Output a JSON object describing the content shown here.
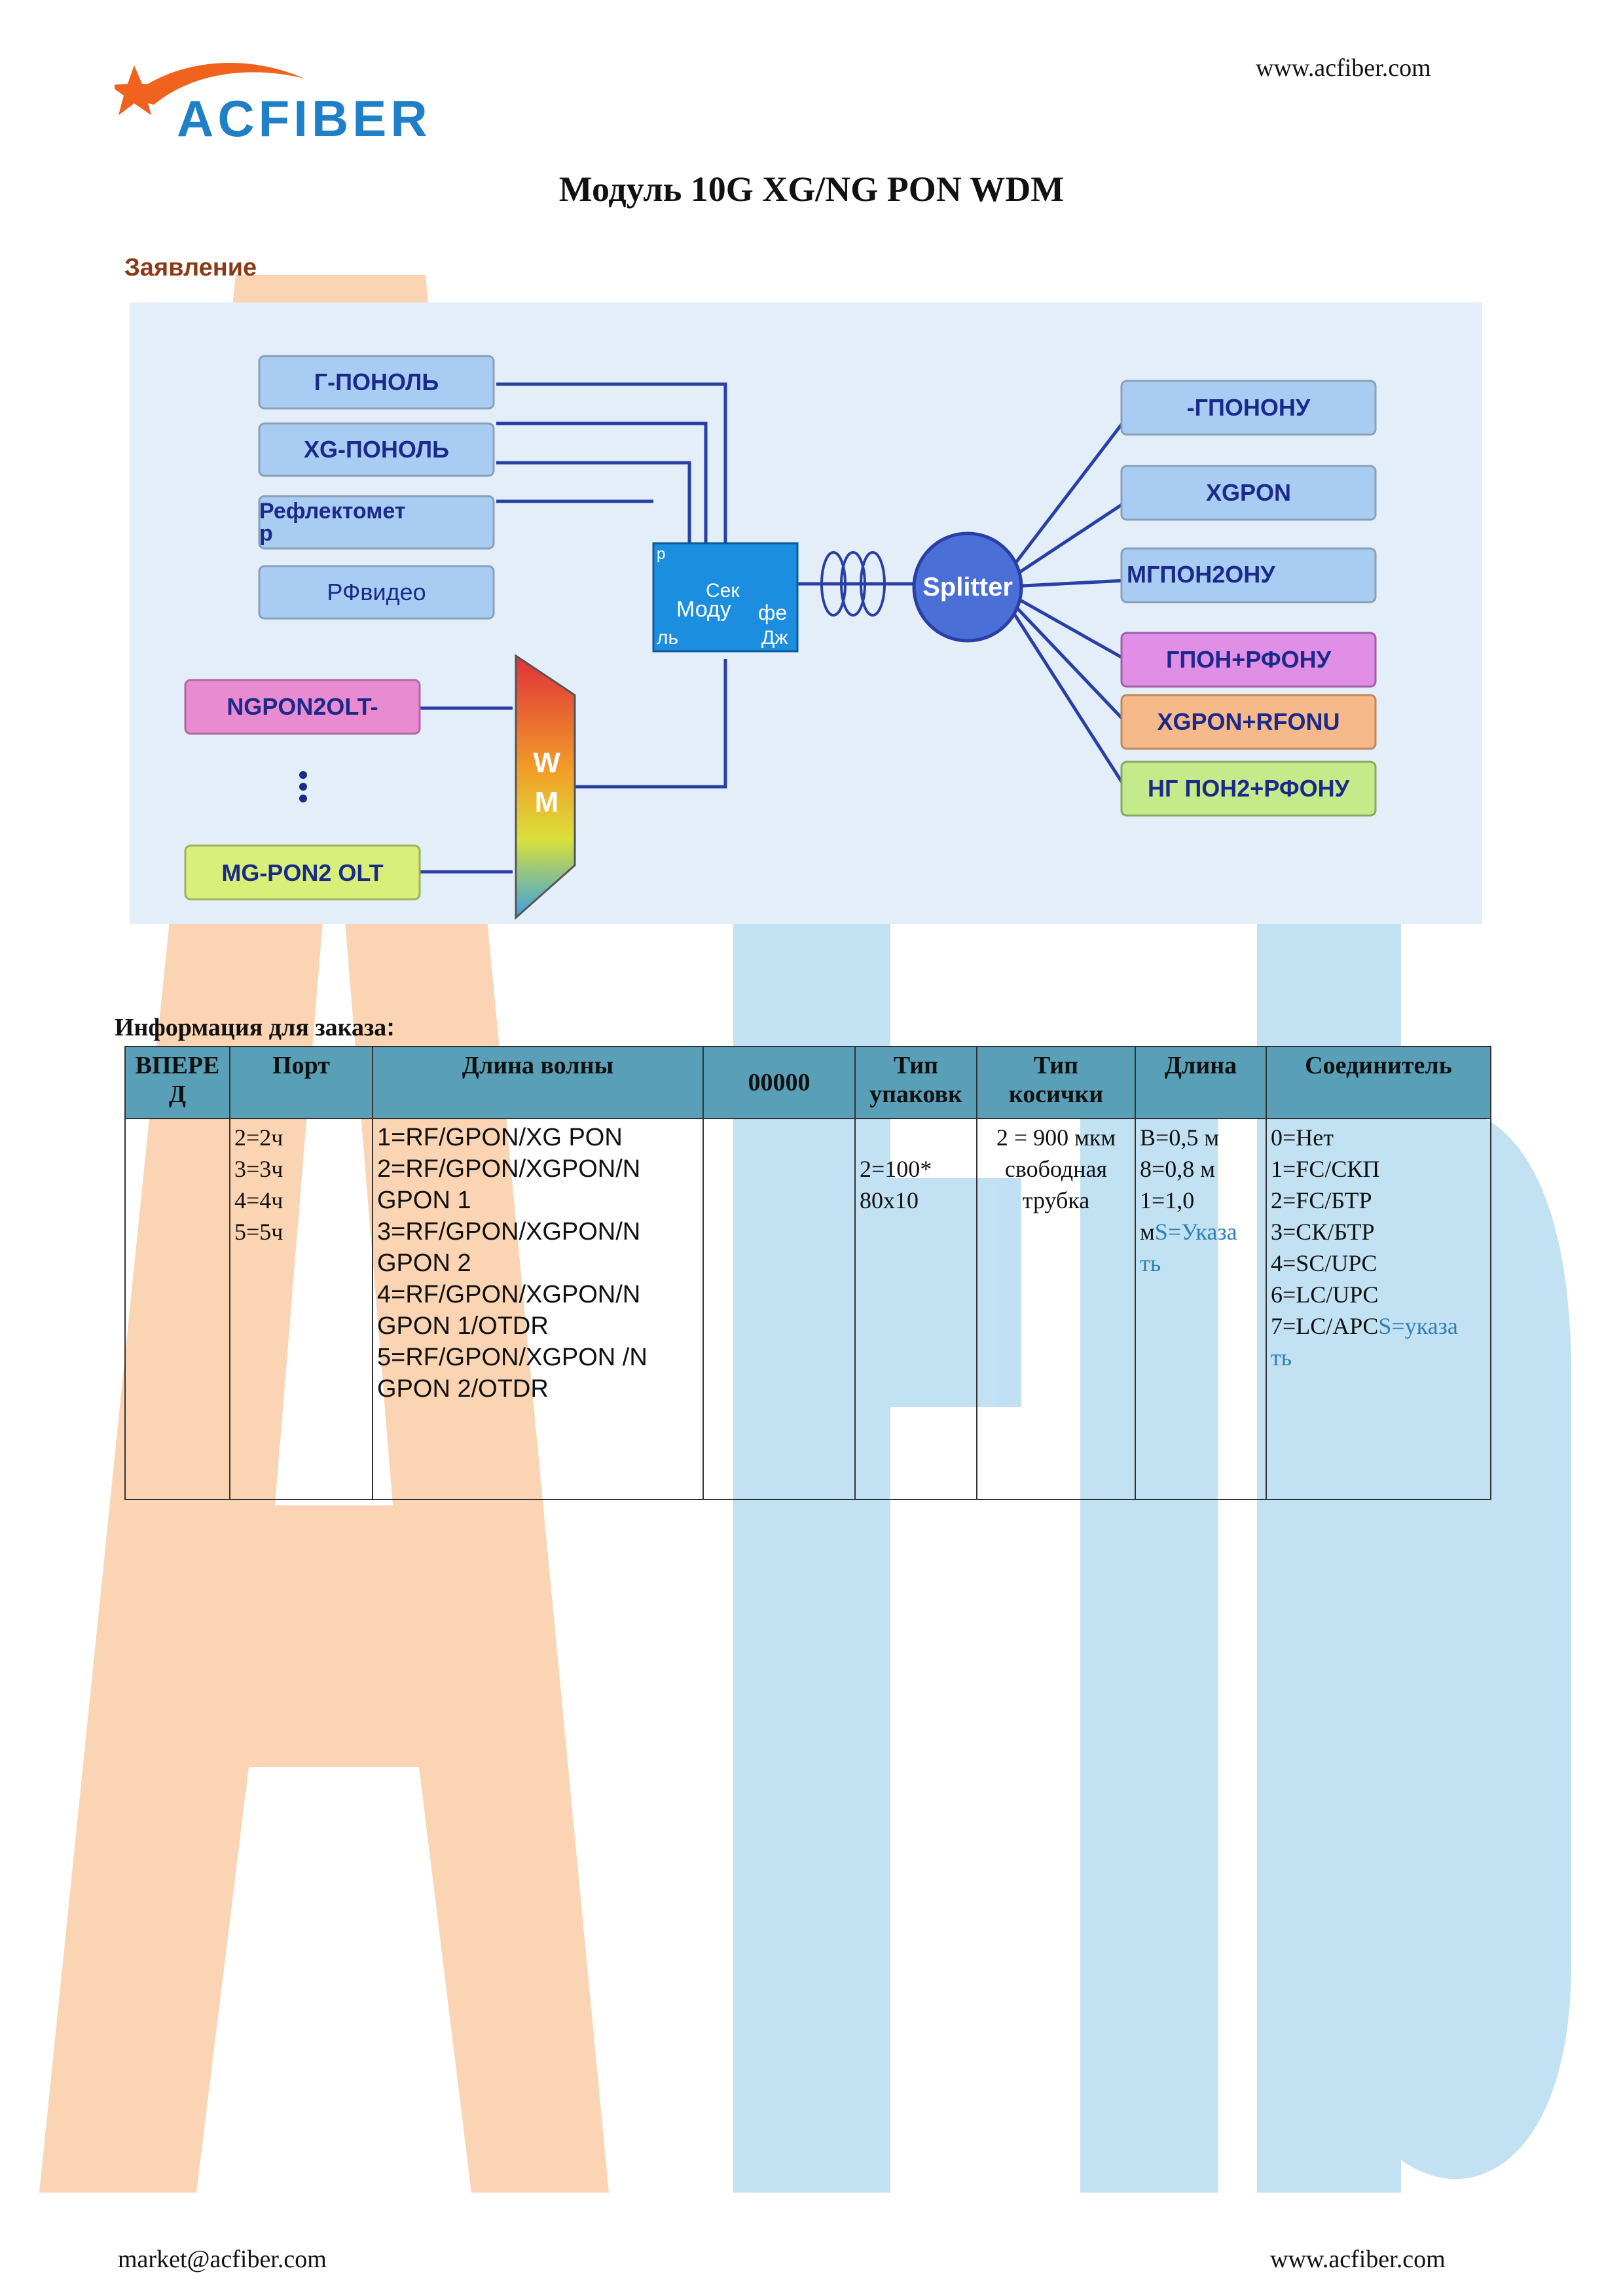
{
  "header": {
    "website": "www.acfiber.com",
    "logo_text": "ACFIBER"
  },
  "title": "Модуль 10G XG/NG PON WDM",
  "section_heading": "Заявление",
  "diagram": {
    "left_boxes": [
      "Г-ПОНОЛЬ",
      "XG-ПОНОЛЬ",
      "Рефлектомет\nр",
      "РФвидео"
    ],
    "olt_boxes": [
      "NGPON2OLT-",
      "MG-PON2 OLT"
    ],
    "wdm_labels": [
      "W",
      "M"
    ],
    "module_label": "Моду",
    "module_fragments": [
      "р",
      "Сек",
      "фе",
      "ль",
      "Дж"
    ],
    "splitter": "Splitter",
    "right_boxes": [
      "-ГПОНОНУ",
      "XGPON",
      "МГПОН2ОНУ",
      "ГПОН+РФОНУ",
      "XGPON+RFONU",
      "НГ ПОН2+РФОНУ"
    ],
    "colors": {
      "left_box": "#a9cdf2",
      "olt1": "#e98bd0",
      "olt2": "#d8f07a",
      "right_box": "#a9cdf2",
      "right_pink": "#e08ee6",
      "right_orange": "#f6b98a",
      "right_green": "#c4ea8a",
      "module": "#1c8ee0",
      "splitter": "#4a6fd6",
      "line": "#2a3fa6"
    }
  },
  "order": {
    "label": "Информация для заказа",
    "colon": ":",
    "headers": [
      "ВПЕРЕ\nД",
      "Порт",
      "Длина волны",
      "00000",
      "Тип\nупаковк",
      "Тип\nкосички",
      "Длина",
      "Соединитель"
    ],
    "cells": {
      "port": "2=2ч\n3=3ч\n4=4ч\n5=5ч",
      "wavelength": "1=RF/GPON/XG PON\n2=RF/GPON/XGPON/N\nGPON 1\n3=RF/GPON/XGPON/N\nGPON 2\n4=RF/GPON/XGPON/N\nGPON 1/OTDR\n5=RF/GPON/XGPON /N\nGPON 2/OTDR",
      "package": "\n2=100*\n80x10",
      "pigtail": "2 = 900 мкм\nсвободная\nтрубка",
      "length_main": "B=0,5 м\n8=0,8 м\n1=1,0\nм",
      "length_custom": "S=Указа\nть",
      "connector_main": "0=Нет\n1=FC/СКП\n2=FC/БТР\n3=СК/БТР\n4=SC/UPC\n6=LC/UPC\n7=LC/APC",
      "connector_custom": "S=указа\nть"
    }
  },
  "footer": {
    "email": "market@acfiber.com",
    "website": "www.acfiber.com"
  }
}
